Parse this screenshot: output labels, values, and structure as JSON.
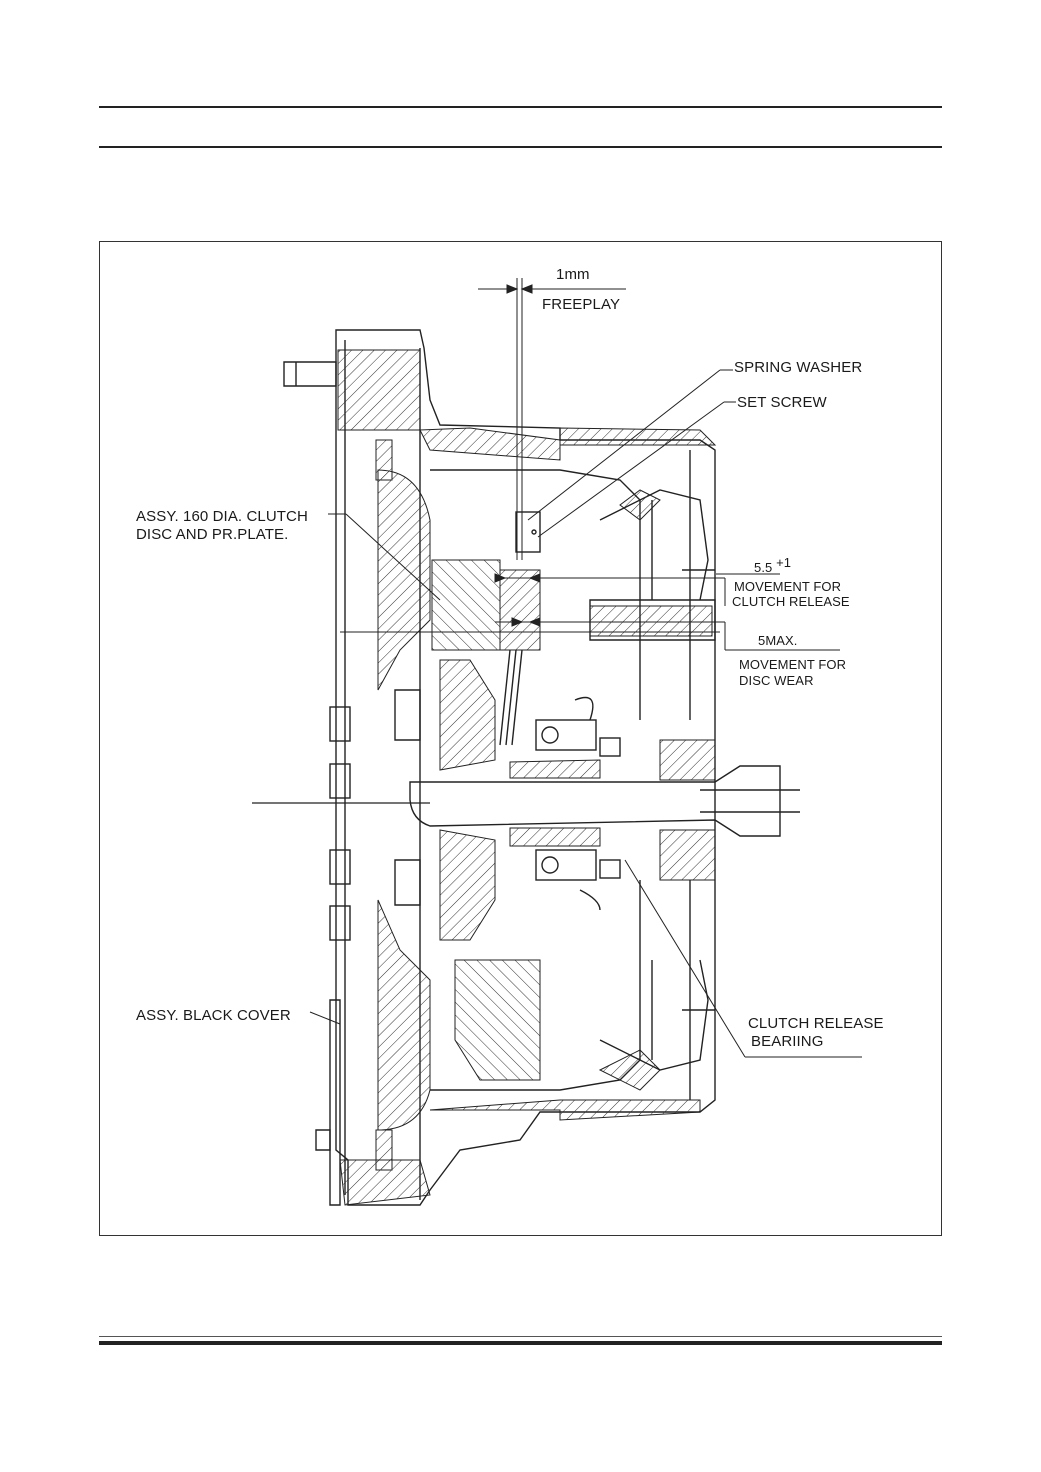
{
  "labels": {
    "freeplay_dim": "1mm",
    "freeplay": "FREEPLAY",
    "spring_washer": "SPRING WASHER",
    "set_screw": "SET SCREW",
    "clutch_disc_l1": "ASSY. 160 DIA. CLUTCH",
    "clutch_disc_l2": "DISC AND PR.PLATE.",
    "release_dim": "5.5",
    "release_tol": "+1",
    "release_l1": "MOVEMENT FOR",
    "release_l2": "CLUTCH RELEASE",
    "wear_dim": "5MAX.",
    "wear_l1": "MOVEMENT FOR",
    "wear_l2": "DISC WEAR",
    "black_cover": "ASSY. BLACK COVER",
    "bearing_l1": "CLUTCH RELEASE",
    "bearing_l2": "BEARIING"
  }
}
